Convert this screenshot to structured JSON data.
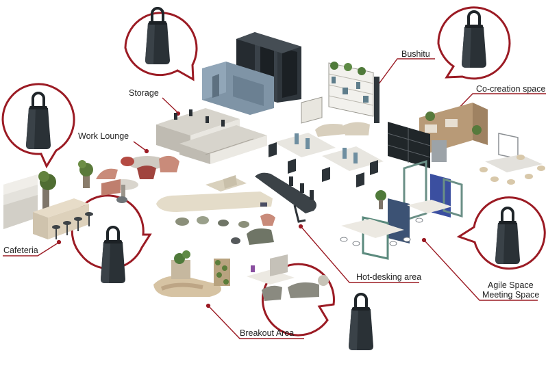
{
  "diagram": {
    "accent_color": "#9b1b24",
    "device_icon": "portable-speaker-icon",
    "zones": [
      {
        "key": "storage",
        "label": "Storage"
      },
      {
        "key": "work_lounge",
        "label": "Work Lounge"
      },
      {
        "key": "cafeteria",
        "label": "Cafeteria"
      },
      {
        "key": "bushitu",
        "label": "Bushitu"
      },
      {
        "key": "co_creation",
        "label": "Co-creation space"
      },
      {
        "key": "hot_desking",
        "label": "Hot-desking area"
      },
      {
        "key": "agile_line1",
        "label": "Agile Space"
      },
      {
        "key": "agile_line2",
        "label": "Meeting Space"
      },
      {
        "key": "breakout",
        "label": "Breakout Area"
      }
    ]
  }
}
